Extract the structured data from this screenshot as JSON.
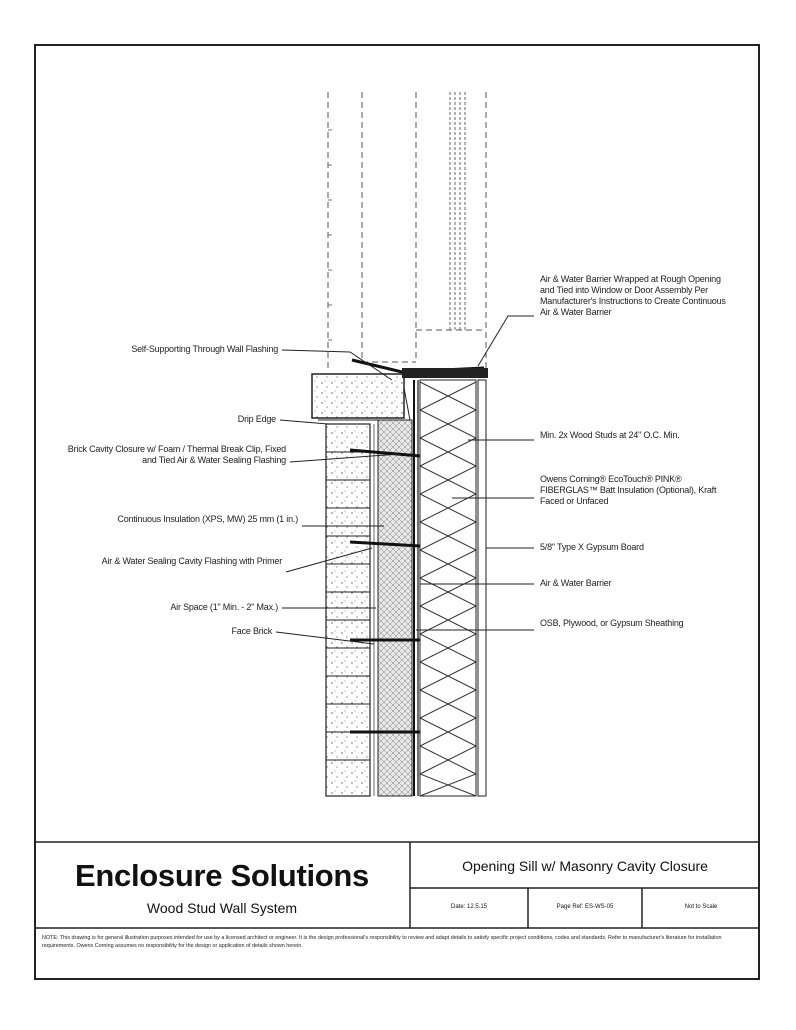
{
  "labels": {
    "self_supporting": "Self-Supporting Through Wall Flashing",
    "drip_edge": "Drip Edge",
    "brick_cavity_closure": "Brick Cavity Closure w/ Foam / Thermal Break Clip, Fixed and Tied Air & Water Sealing Flashing",
    "continuous_insulation": "Continuous Insulation (XPS, MW) 25 mm (1 in.)",
    "air_water_sealing_flashing": "Air & Water Sealing Cavity Flashing with Primer",
    "air_space": "Air Space (1\" Min. - 2\" Max.)",
    "face_brick": "Face Brick",
    "air_barrier_wrapped": "Air & Water Barrier Wrapped at Rough Opening and Tied into Window or Door Assembly Per Manufacturer's Instructions to Create Continuous Air & Water Barrier",
    "studs": "Min. 2x Wood Studs at 24\" O.C. Min.",
    "batt_insulation": "Owens Corning® EcoTouch® PINK® FIBERGLAS™ Batt Insulation (Optional), Kraft Faced or Unfaced",
    "gypsum_board": "5/8\" Type X Gypsum Board",
    "air_barrier": "Air & Water Barrier",
    "sheathing": "OSB, Plywood, or Gypsum Sheathing"
  },
  "title_block": {
    "company": "Enclosure Solutions",
    "subtitle": "Wood Stud Wall System",
    "sheet_title": "Opening Sill w/ Masonry Cavity Closure",
    "date": "Date: 12.5.15",
    "page": "Page Ref: ES-WS-05",
    "scale": "Not to Scale",
    "note": "NOTE: This drawing is for general illustration purposes intended for use by a licensed architect or engineer. It is the design professional's responsibility to review and adapt details to satisfy specific project conditions, codes and standards. Refer to manufacturer's literature for installation requirements. Owens Corning assumes no responsibility for the design or application of details shown herein."
  }
}
